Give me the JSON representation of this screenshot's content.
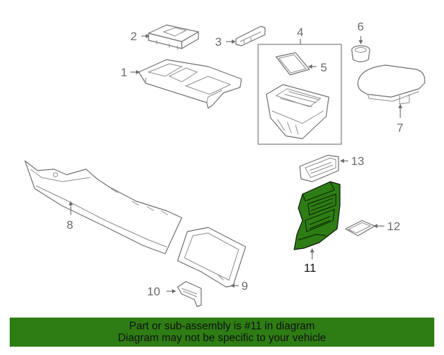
{
  "callouts": {
    "c1": "1",
    "c2": "2",
    "c3": "3",
    "c4": "4",
    "c5": "5",
    "c6": "6",
    "c7": "7",
    "c8": "8",
    "c9": "9",
    "c10": "10",
    "c11": "11",
    "c12": "12",
    "c13": "13"
  },
  "highlighted_part": "11",
  "colors": {
    "highlight": "#2e7d14",
    "line": "#6e6e6e"
  },
  "banner": {
    "line1": "Part or sub-assembly is #11 in diagram",
    "line2": "Diagram may not be specific to your vehicle"
  }
}
